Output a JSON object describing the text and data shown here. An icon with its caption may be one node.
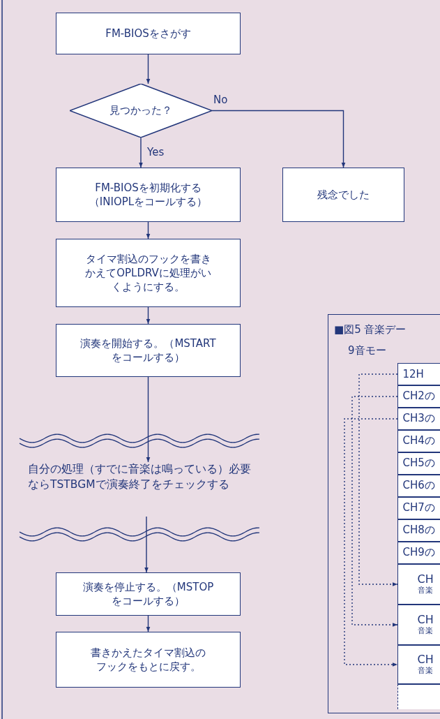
{
  "diagram": {
    "nodes": [
      {
        "text": [
          "FM-BIOSをさがす"
        ]
      },
      {
        "text": [
          "見つかった？"
        ]
      },
      {
        "text": [
          "FM-BIOSを初期化する（INIOPLをコールする）"
        ]
      },
      {
        "text": [
          "残念でした"
        ]
      },
      {
        "text": [
          "タイマ割込のフックを書きかえてOPLDRVに処理がいくようにする。"
        ]
      },
      {
        "text": [
          "演奏を開始する。（MSTARTをコールする）"
        ]
      },
      {
        "text": [
          "自分の処理（すでに音楽は鳴っている）必要ならTSTBGMで演奏終了をチェックする"
        ]
      },
      {
        "text": [
          "演奏を停止する。（MSTOPをコールする）"
        ]
      },
      {
        "text": [
          "書きかえたタイマ割込のフックをもとに戻す。"
        ]
      },
      {
        "text": [
          "■図5 音楽デー",
          "9音モー"
        ]
      },
      {
        "text": [
          "12H"
        ],
        "in": 9
      },
      {
        "text": [
          "CH2の"
        ],
        "in": 9
      },
      {
        "text": [
          "CH3の"
        ],
        "in": 9
      },
      {
        "text": [
          "CH4の"
        ],
        "in": 9
      },
      {
        "text": [
          "CH5の"
        ],
        "in": 9
      },
      {
        "text": [
          "CH6の"
        ],
        "in": 9
      },
      {
        "text": [
          "CH7の"
        ],
        "in": 9
      },
      {
        "text": [
          "CH8の"
        ],
        "in": 9
      },
      {
        "text": [
          "CH9の"
        ],
        "in": 9
      },
      {
        "text": [
          "CH",
          "音楽"
        ],
        "in": 9
      },
      {
        "text": [
          "CH",
          "音楽"
        ],
        "in": 9
      },
      {
        "text": [
          "CH",
          "音楽"
        ],
        "in": 9
      },
      {
        "text": [],
        "shape": "box",
        "in": 9
      }
    ],
    "edges": [
      {
        "from": 0,
        "to": 1,
        "arrow": "to"
      },
      {
        "from": 1,
        "to": 2,
        "arrow": "to",
        "label": "Yes"
      },
      {
        "from": 1,
        "to": 3,
        "arrow": "to",
        "label": "No"
      },
      {
        "from": 2,
        "to": 4,
        "arrow": "to"
      },
      {
        "from": 4,
        "to": 5,
        "arrow": "to"
      },
      {
        "from": 5,
        "to": 6,
        "arrow": "to"
      },
      {
        "from": 6,
        "to": 7,
        "arrow": "to"
      },
      {
        "from": 7,
        "to": 8,
        "arrow": "to"
      },
      {
        "from": 10,
        "to": 19,
        "arrow": "to",
        "style": "dashed"
      },
      {
        "from": 11,
        "to": 20,
        "arrow": "to",
        "style": "dashed"
      },
      {
        "from": 12,
        "to": 21,
        "arrow": "to",
        "style": "dashed"
      }
    ]
  }
}
